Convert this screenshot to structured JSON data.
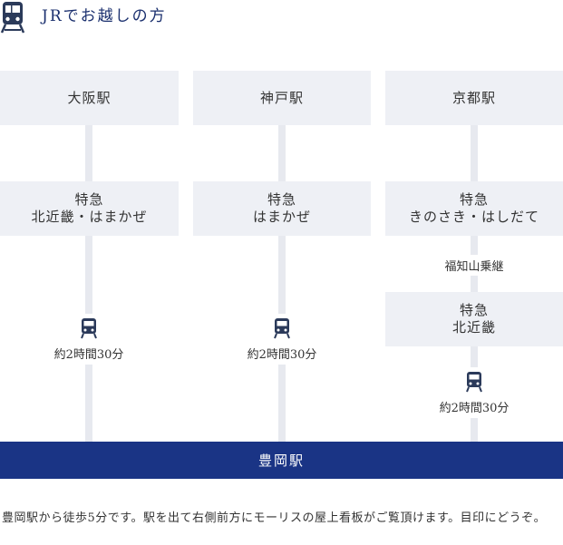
{
  "header": {
    "title": "JRでお越しの方",
    "icon": "train-icon"
  },
  "routes": [
    {
      "origin": "大阪駅",
      "express": {
        "line1": "特急",
        "line2": "北近畿・はまかぜ"
      },
      "duration": "約2時間30分"
    },
    {
      "origin": "神戸駅",
      "express": {
        "line1": "特急",
        "line2": "はまかぜ"
      },
      "duration": "約2時間30分"
    },
    {
      "origin": "京都駅",
      "express": {
        "line1": "特急",
        "line2": "きのさき・はしだて"
      },
      "transfer": "福知山乗継",
      "express2": {
        "line1": "特急",
        "line2": "北近畿"
      },
      "duration": "約2時間30分"
    }
  ],
  "destination": "豊岡駅",
  "note": "豊岡駅から徒歩5分です。駅を出て右側前方にモーリスの屋上看板がご覧頂けます。目印にどうぞ。",
  "colors": {
    "accent": "#1a3485",
    "box": "#eef0f5",
    "line": "#e7e9ef"
  }
}
